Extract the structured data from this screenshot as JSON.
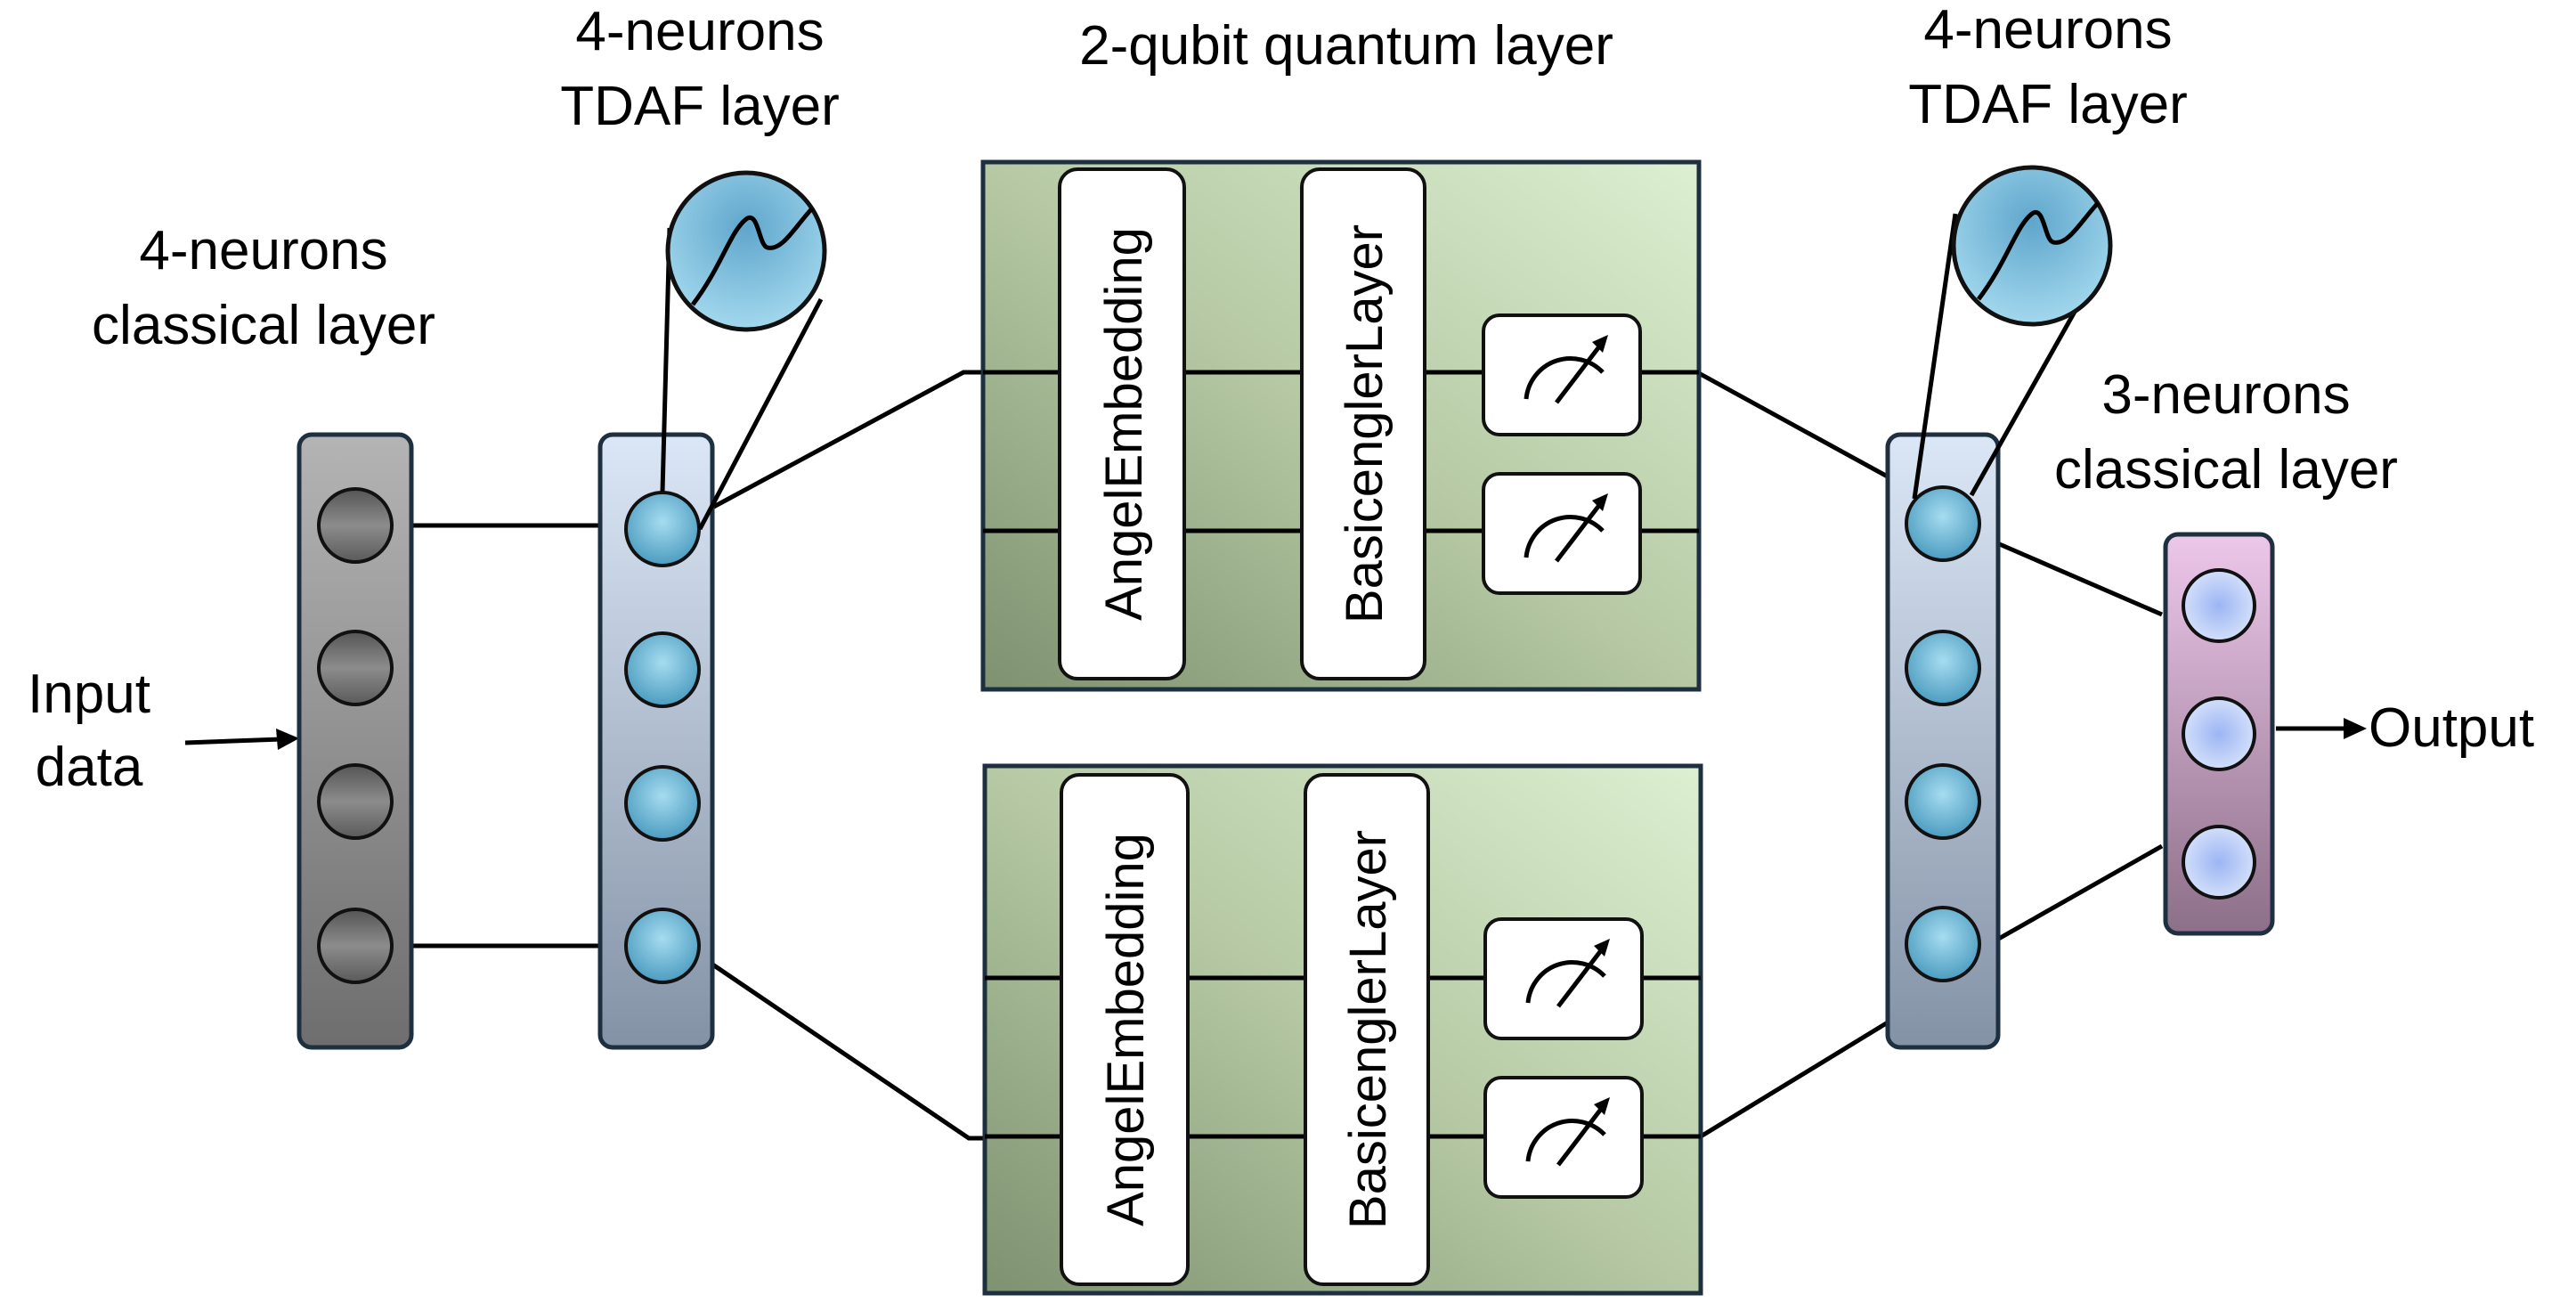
{
  "labels": {
    "input_data_line1": "Input",
    "input_data_line2": "data",
    "classical_layer_1_line1": "4-neurons",
    "classical_layer_1_line2": "classical layer",
    "tdaf_layer_1_line1": "4-neurons",
    "tdaf_layer_1_line2": "TDAF layer",
    "quantum_layer_title": "2-qubit quantum layer",
    "tdaf_layer_2_line1": "4-neurons",
    "tdaf_layer_2_line2": "TDAF layer",
    "classical_layer_2_line1": "3-neurons",
    "classical_layer_2_line2": "classical layer",
    "output": "Output"
  },
  "quantum_blocks": [
    {
      "embedding_label": "AngelEmbedding",
      "entangler_label": "BasicenglerLayer",
      "measurement_icon": "meter-icon"
    },
    {
      "embedding_label": "AngelEmbedding",
      "entangler_label": "BasicenglerLayer",
      "measurement_icon": "meter-icon"
    }
  ],
  "colors": {
    "classical_layer_1": "#8a8a8a",
    "tdaf_layer": "#b8cde8",
    "quantum_block": "#c4d6b4",
    "classical_layer_2": "#c9a0c4",
    "neuron_blue": "#6cb8d8",
    "neuron_gray": "#6e6e6e",
    "neuron_light": "#b8c8f4",
    "stroke": "#1e3040"
  }
}
